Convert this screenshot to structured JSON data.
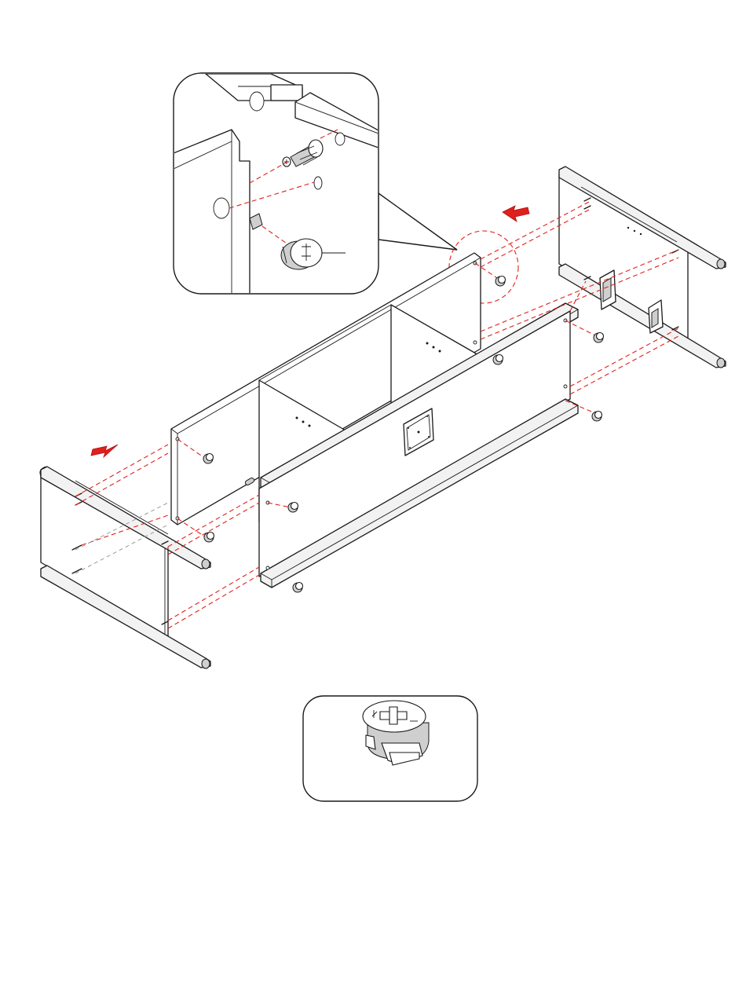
{
  "figure": {
    "colors": {
      "line": "#1a1a1a",
      "guide": "#e0201c",
      "arrow": "#e0201c",
      "panel_fill": "#ffffff",
      "hardware_fill": "#cfcfcf"
    },
    "parts": [
      "back-panel",
      "front-rail-panel",
      "left-leg-frame",
      "right-leg-frame",
      "middle-divider",
      "cam-lock",
      "cam-bolt"
    ],
    "icons": [
      "direction-arrow-icon",
      "cam-lock-icon",
      "cam-bolt-icon"
    ],
    "insets": [
      "detail-zoom-inset",
      "cam-lock-inset"
    ]
  }
}
